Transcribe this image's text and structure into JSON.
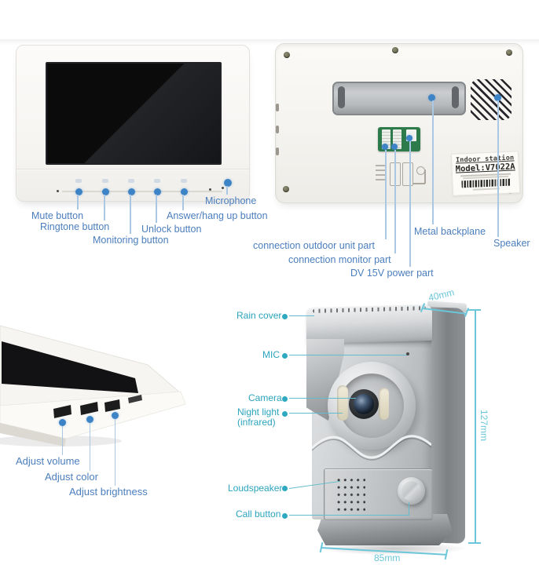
{
  "colors": {
    "label_blue": "#4b7ebd",
    "label_teal": "#2ba4bc",
    "dim_teal": "#6cc6d9",
    "dot_blue": "#3d84c6",
    "dot_teal": "#2fa9bf",
    "leader_blue": "#aac7e3",
    "leader_teal": "#63bccd",
    "pcb_green": "#2d7a4b"
  },
  "front_monitor": {
    "labels": {
      "mute": "Mute button",
      "ringtone": "Ringtone button",
      "monitoring": "Monitoring button",
      "unlock": "Unlock button",
      "answer": "Answer/hang up button",
      "microphone": "Microphone"
    }
  },
  "back_monitor": {
    "labels": {
      "connection_outdoor": "connection outdoor unit part",
      "connection_monitor": "connection monitor part",
      "power": "DV 15V power part",
      "backplane": "Metal backplane",
      "speaker": "Speaker"
    },
    "sticker": {
      "line1": "Indoor station",
      "line2": "Model:V7022A"
    }
  },
  "side_monitor": {
    "labels": {
      "volume": "Adjust volume",
      "color": "Adjust color",
      "brightness": "Adjust brightness"
    }
  },
  "outdoor_unit": {
    "labels": {
      "rain_cover": "Rain cover",
      "mic": "MIC",
      "camera": "Camera",
      "night_light_line1": "Night light",
      "night_light_line2": "(infrared)",
      "loudspeaker": "Loudspeaker",
      "call_button": "Call button"
    },
    "dimensions": {
      "top_width": "40mm",
      "height": "127mm",
      "bottom_width": "85mm"
    }
  }
}
